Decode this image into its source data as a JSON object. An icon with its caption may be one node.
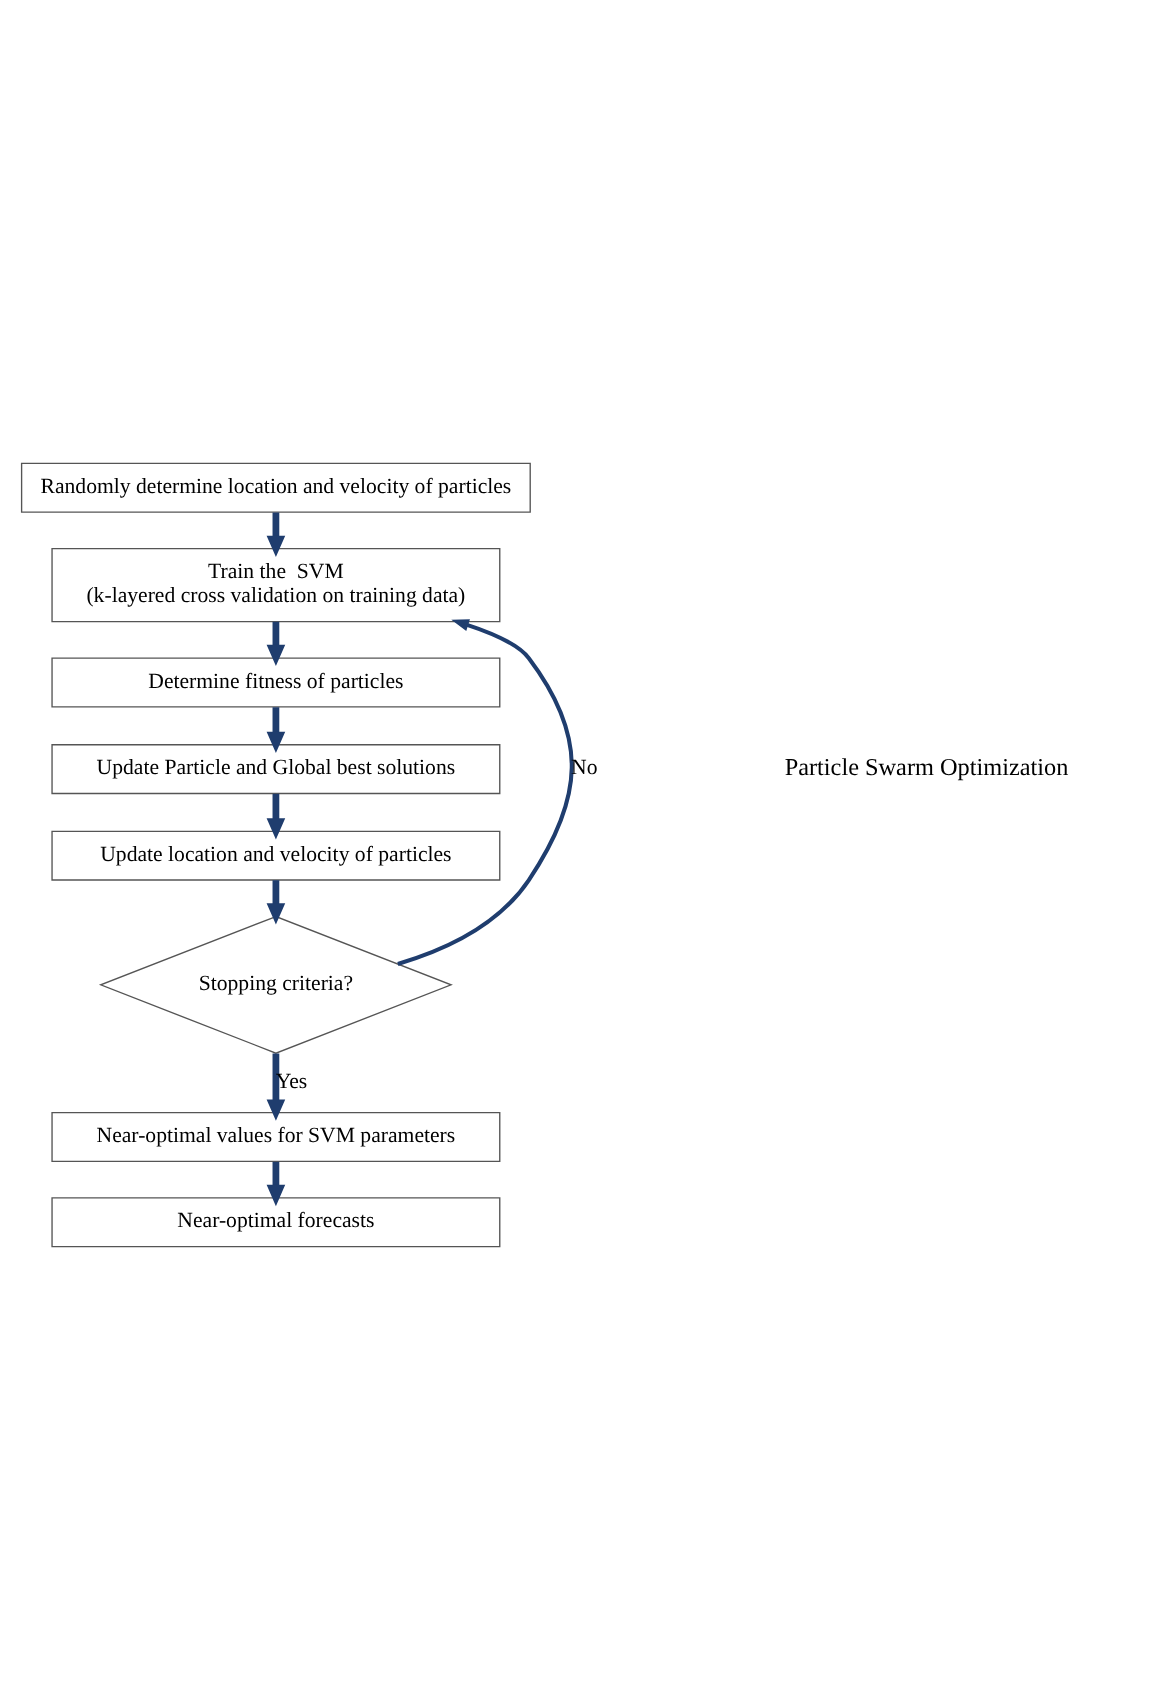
{
  "diagram": {
    "nodes": [
      {
        "text": [
          "Randomly determine location and velocity of particles"
        ]
      },
      {
        "text": [
          "Train the  SVM",
          "(k-layered cross validation on training data)"
        ]
      },
      {
        "text": [
          "Determine fitness of particles"
        ]
      },
      {
        "text": [
          "Update Particle and Global best solutions"
        ]
      },
      {
        "text": [
          "Update location and velocity of particles"
        ]
      },
      {
        "text": [
          "Stopping criteria?"
        ]
      },
      {
        "text": [
          "Near-optimal values for SVM parameters"
        ]
      },
      {
        "text": [
          "Near-optimal forecasts"
        ]
      }
    ],
    "edges": [
      {
        "from": 0,
        "to": 1,
        "arrow": "to"
      },
      {
        "from": 1,
        "to": 2,
        "arrow": "to"
      },
      {
        "from": 2,
        "to": 3,
        "arrow": "to"
      },
      {
        "from": 3,
        "to": 4,
        "arrow": "to"
      },
      {
        "from": 4,
        "to": 5,
        "arrow": "to"
      },
      {
        "from": 5,
        "to": 1,
        "arrow": "to",
        "label": "No"
      },
      {
        "from": 5,
        "to": 6,
        "arrow": "to",
        "label": "Yes"
      },
      {
        "from": 6,
        "to": 7,
        "arrow": "to"
      }
    ],
    "labels": [
      "Particle Swarm Optimization"
    ]
  }
}
